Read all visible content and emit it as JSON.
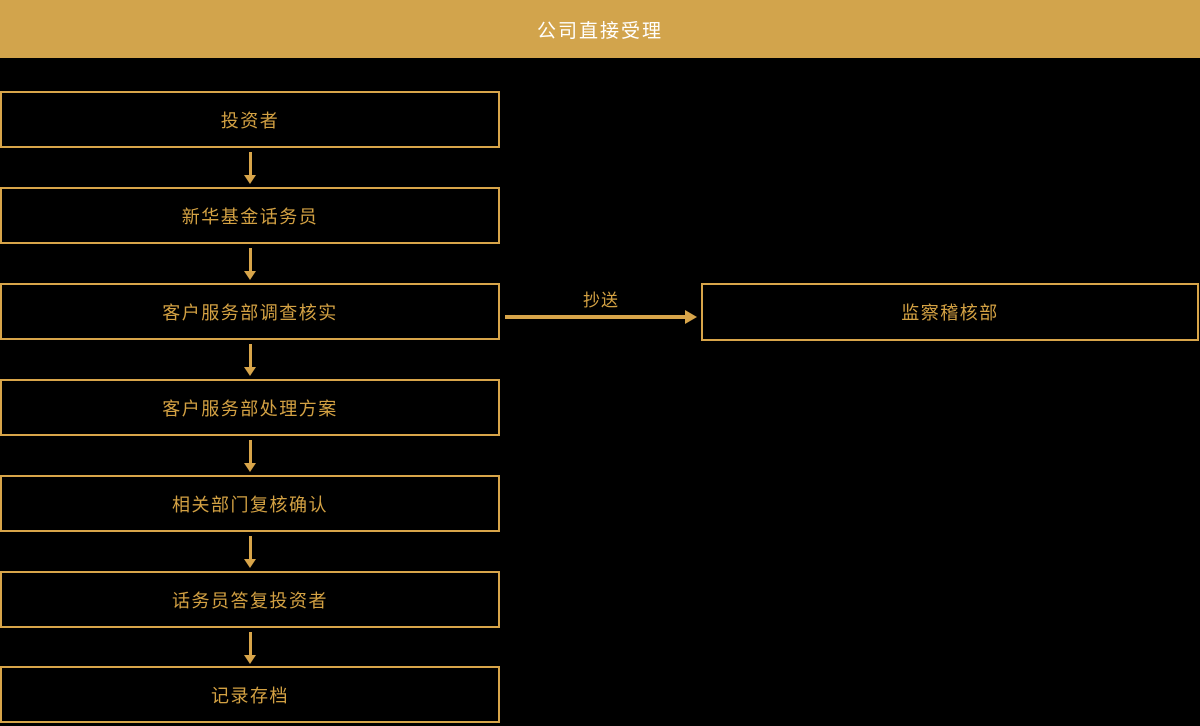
{
  "header": {
    "title": "公司直接受理"
  },
  "colors": {
    "gold_header": "#D2A44C",
    "gold_border": "#D8A54A",
    "gold_text": "#D3A143",
    "gold_arrow": "#D8A54A",
    "header_text": "#FFFFFF",
    "background": "#000000"
  },
  "flow": {
    "steps": [
      {
        "label": "投资者"
      },
      {
        "label": "新华基金话务员"
      },
      {
        "label": "客户服务部调查核实"
      },
      {
        "label": "客户服务部处理方案"
      },
      {
        "label": "相关部门复核确认"
      },
      {
        "label": "话务员答复投资者"
      },
      {
        "label": "记录存档"
      }
    ],
    "branch": {
      "arrow_label": "抄送",
      "target_label": "监察稽核部"
    }
  }
}
